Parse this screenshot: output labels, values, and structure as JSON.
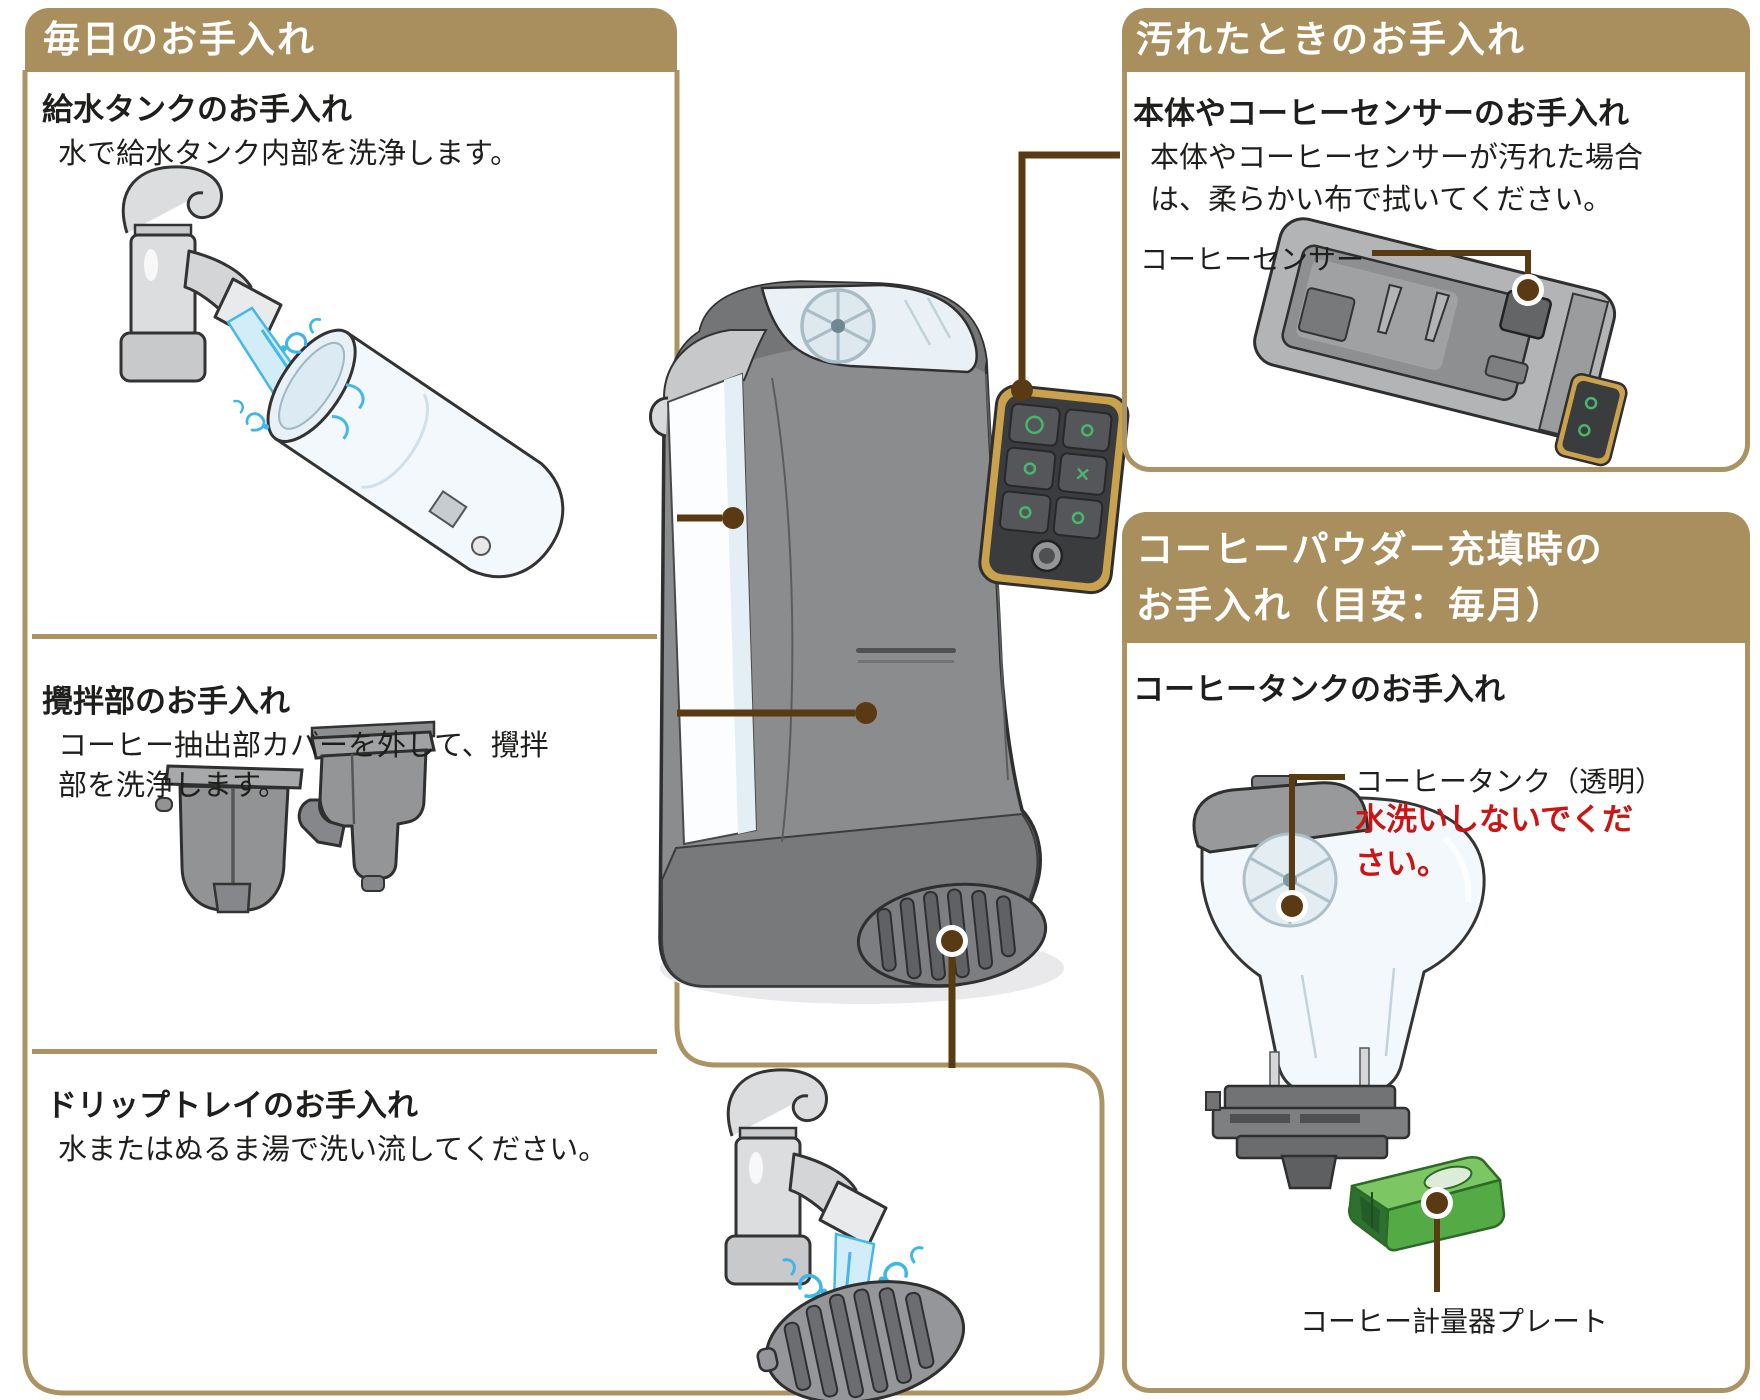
{
  "colors": {
    "accent_tan": "#a98f5e",
    "border_tan": "#ab9364",
    "connector_brown": "#5a3a12",
    "warning_red": "#cc1414",
    "plate_green": "#54ab45",
    "water_blue": "#3fb6e8"
  },
  "daily_care_box": {
    "title": "毎日のお手入れ",
    "water_tank_section": {
      "heading": "給水タンクのお手入れ",
      "body": "水で給水タンク内部を洗浄します。"
    },
    "stirring_section": {
      "heading": "攪拌部のお手入れ",
      "body_line1": "コーヒー抽出部カバーを外して、攪拌",
      "body_line2": "部を洗浄します。"
    },
    "drip_tray_section": {
      "heading": "ドリップトレイのお手入れ",
      "body": "水またはぬるま湯で洗い流してください。"
    }
  },
  "dirty_care_box": {
    "title": "汚れたときのお手入れ",
    "heading": "本体やコーヒーセンサーのお手入れ",
    "body_line1": "本体やコーヒーセンサーが汚れた場合",
    "body_line2": "は、柔らかい布で拭いてください。",
    "sensor_label": "コーヒーセンサー"
  },
  "powder_refill_box": {
    "title_line1": "コーヒーパウダー充填時の",
    "title_line2": "お手入れ（目安：毎月）",
    "heading": "コーヒータンクのお手入れ",
    "tank_label": "コーヒータンク（透明）",
    "warning_line1": "水洗いしないでくだ",
    "warning_line2": "さい。",
    "plate_label": "コーヒー計量器プレート"
  }
}
